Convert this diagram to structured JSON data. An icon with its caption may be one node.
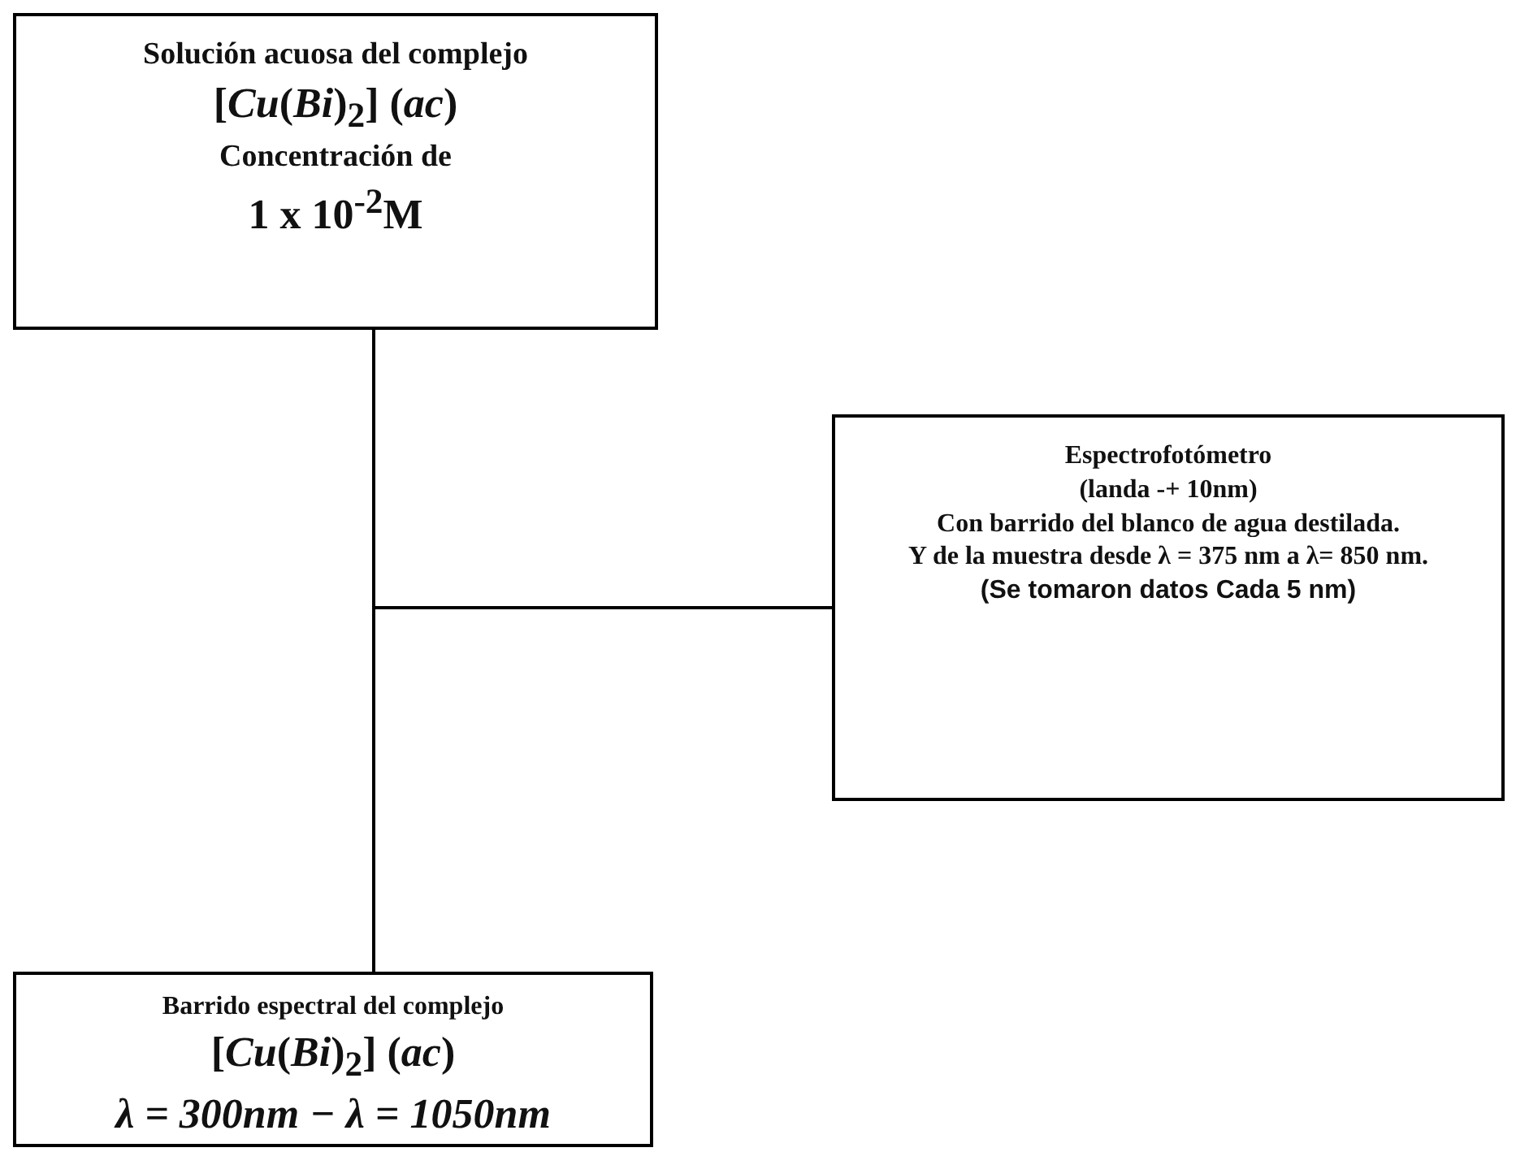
{
  "diagram": {
    "nodes": [
      {
        "text": [
          "Solución acuosa del complejo",
          "[*Cu*(*Bi*)$_{2}$] (*ac*)",
          "Concentración de",
          "1 x 10$^{-2}$M"
        ]
      },
      {
        "text": [
          "Espectrofotómetro",
          "(landa -+ 10nm)",
          "Con barrido del blanco de agua destilada.",
          "Y de la muestra desde **λ** = 375 nm a **λ**= 850 nm.",
          "(Se tomaron datos Cada  5 nm)"
        ]
      },
      {
        "text": [
          "Barrido espectral del complejo",
          "[*Cu*(*Bi*)$_{2}$] (*ac*)",
          "λ = 300nm − λ = 1050nm"
        ]
      }
    ],
    "edges": [
      {
        "from": 0,
        "to": 2,
        "arrow": "none"
      },
      {
        "from": 1,
        "to": 2,
        "arrow": "none"
      }
    ]
  }
}
